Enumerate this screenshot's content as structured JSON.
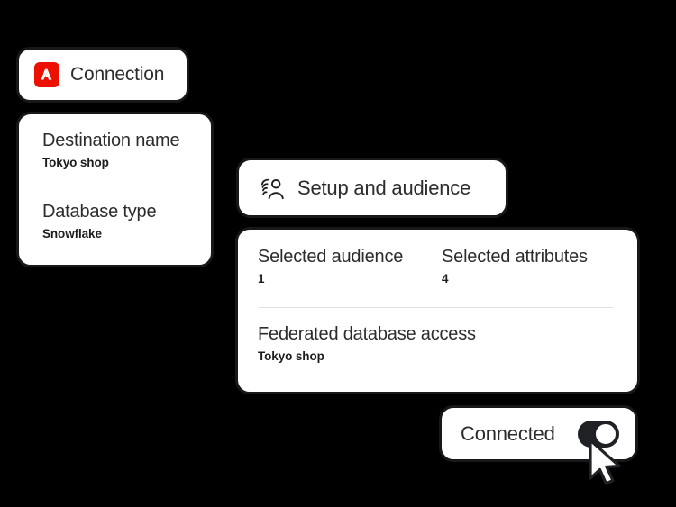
{
  "theme": {
    "background": "#000000",
    "card_background": "#ffffff",
    "card_border": "#16181a",
    "accent_red": "#eb1000",
    "text_primary": "#2c2c2c",
    "text_value": "#1d1d1d",
    "divider": "#e3e3e3",
    "toggle_on": "#1f2124"
  },
  "connection": {
    "label": "Connection",
    "logo_icon": "adobe-logo-icon"
  },
  "destination": {
    "fields": [
      {
        "title": "Destination name",
        "value": "Tokyo shop"
      },
      {
        "title": "Database type",
        "value": "Snowflake"
      }
    ]
  },
  "setup": {
    "label": "Setup and audience",
    "icon": "audience-people-icon"
  },
  "audience_details": {
    "stats": [
      {
        "title": "Selected audience",
        "value": "1"
      },
      {
        "title": "Selected attributes",
        "value": "4"
      }
    ],
    "federated": {
      "title": "Federated database access",
      "value": "Tokyo shop"
    }
  },
  "connection_status": {
    "label": "Connected",
    "toggle_state": "on",
    "toggle_icon": "toggle-switch-icon"
  },
  "cursor": {
    "icon": "mouse-pointer-icon"
  }
}
